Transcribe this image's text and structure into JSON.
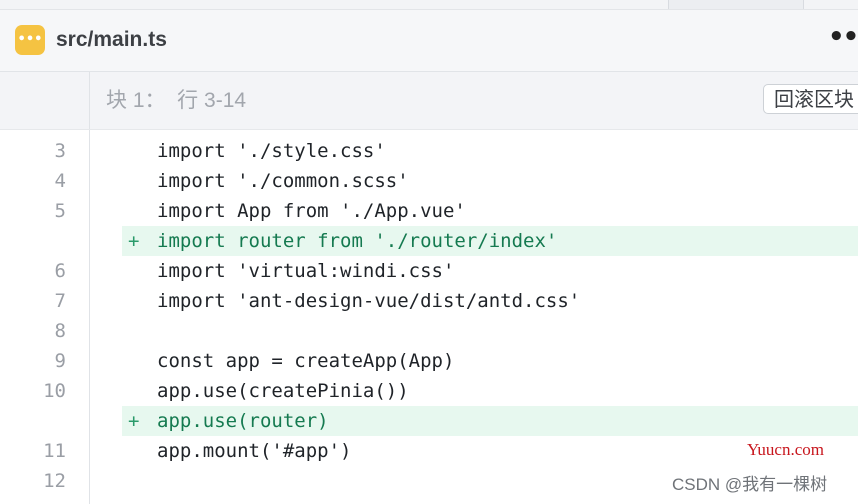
{
  "file": {
    "badge": "•••",
    "name": "src/main.ts",
    "menu": "•••"
  },
  "hunk": {
    "label": "块 1：  行 3-14",
    "rollback_label": "回滚区块"
  },
  "lines": [
    {
      "num": "3",
      "marker": "",
      "code": "import './style.css'",
      "type": "context"
    },
    {
      "num": "4",
      "marker": "",
      "code": "import './common.scss'",
      "type": "context"
    },
    {
      "num": "5",
      "marker": "",
      "code": "import App from './App.vue'",
      "type": "context"
    },
    {
      "num": "",
      "marker": "+",
      "code": "import router from './router/index'",
      "type": "added"
    },
    {
      "num": "6",
      "marker": "",
      "code": "import 'virtual:windi.css'",
      "type": "context"
    },
    {
      "num": "7",
      "marker": "",
      "code": "import 'ant-design-vue/dist/antd.css'",
      "type": "context"
    },
    {
      "num": "8",
      "marker": "",
      "code": "",
      "type": "context"
    },
    {
      "num": "9",
      "marker": "",
      "code": "const app = createApp(App)",
      "type": "context"
    },
    {
      "num": "10",
      "marker": "",
      "code": "app.use(createPinia())",
      "type": "context"
    },
    {
      "num": "",
      "marker": "+",
      "code": "app.use(router)",
      "type": "added"
    },
    {
      "num": "11",
      "marker": "",
      "code": "app.mount('#app')",
      "type": "context"
    },
    {
      "num": "12",
      "marker": "",
      "code": "",
      "type": "context"
    }
  ],
  "watermarks": {
    "site": "Yuucn.com",
    "author": "CSDN @我有一棵树"
  },
  "colors": {
    "badge": "#f5c342",
    "added_bg": "#e7f8ef",
    "added_text": "#157a50",
    "watermark_red": "#c8161d"
  }
}
